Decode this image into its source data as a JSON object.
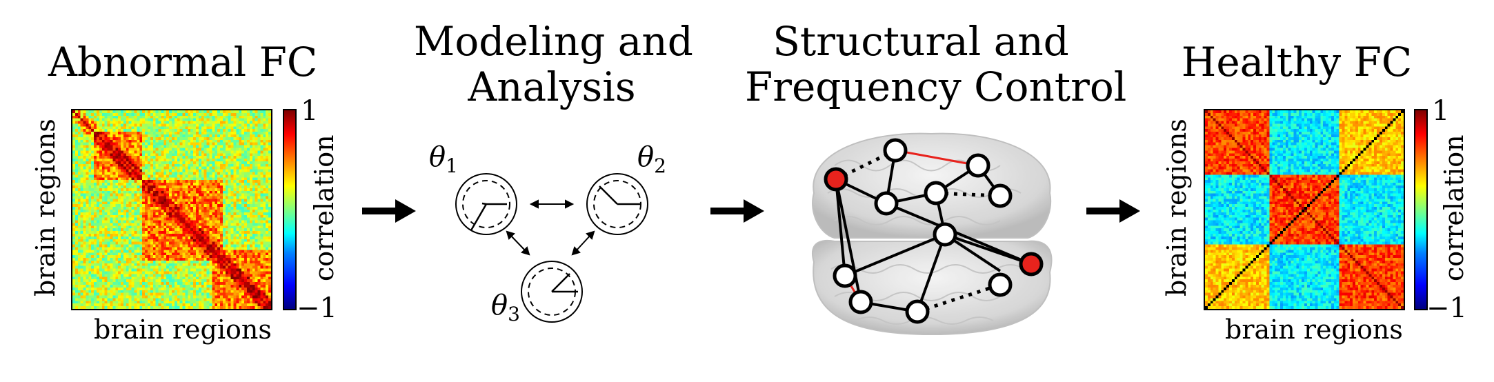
{
  "panels": {
    "abnormal": {
      "title": "Abnormal FC",
      "xlabel": "brain regions",
      "ylabel": "brain regions",
      "cbar_label": "correlation",
      "cbar_max": "1",
      "cbar_min": "−1"
    },
    "modeling": {
      "title_line1": "Modeling and",
      "title_line2": "Analysis",
      "theta1": "θ",
      "theta1_sub": "1",
      "theta2": "θ",
      "theta2_sub": "2",
      "theta3": "θ",
      "theta3_sub": "3"
    },
    "control": {
      "title_line1": "Structural and",
      "title_line2": "Frequency Control"
    },
    "healthy": {
      "title": "Healthy FC",
      "xlabel": "brain regions",
      "ylabel": "brain regions",
      "cbar_label": "correlation",
      "cbar_max": "1",
      "cbar_min": "−1"
    }
  },
  "colors": {
    "node_fill": "#ffffff",
    "controlled_node": "#e8231d",
    "added_edge": "#e8231d",
    "edge": "#000000",
    "brain": "#d9d9d9"
  }
}
